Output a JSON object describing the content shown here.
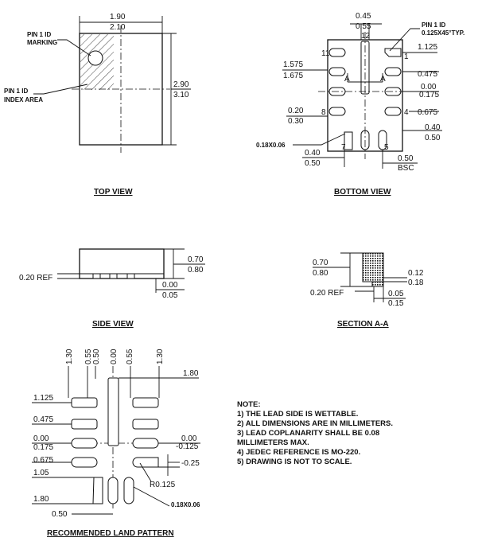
{
  "top_view": {
    "title": "TOP VIEW",
    "width_min": "1.90",
    "width_max": "2.10",
    "length_min": "2.90",
    "length_max": "3.10",
    "pin1_marking": [
      "PIN 1 ID",
      "MARKING"
    ],
    "pin1_index": [
      "PIN 1 ID",
      "INDEX AREA"
    ]
  },
  "bottom_view": {
    "title": "BOTTOM VIEW",
    "pad_w_min": "0.45",
    "pad_w_max": "0.55",
    "pin1_id": [
      "PIN 1 ID",
      "0.125X45°TYP."
    ],
    "pin_numbers": {
      "p12": "12",
      "p11": "11",
      "p1": "1",
      "p8": "8",
      "p4": "4",
      "p7": "7",
      "p5": "5"
    },
    "d1575": "1.575",
    "d1675": "1.675",
    "d1125": "1.125",
    "d0475": "0.475",
    "d000": "0.00",
    "d0175": "0.175",
    "d0675": "0.675",
    "d020": "0.20",
    "d030": "0.30",
    "d040r": "0.40",
    "d050r": "0.50",
    "d040": "0.40",
    "d050": "0.50",
    "chamfer": "0.18X0.06",
    "pitch": "0.50",
    "pitch_note": "BSC",
    "section_mark": "A"
  },
  "side_view": {
    "title": "SIDE VIEW",
    "h_min": "0.70",
    "h_max": "0.80",
    "ref": "0.20 REF",
    "s_min": "0.00",
    "s_max": "0.05"
  },
  "section_aa": {
    "title": "SECTION A-A",
    "h_min": "0.70",
    "h_max": "0.80",
    "ref": "0.20 REF",
    "a_min": "0.12",
    "a_max": "0.18",
    "b_min": "0.05",
    "b_max": "0.15"
  },
  "land_pattern": {
    "title": "RECOMMENDED LAND PATTERN",
    "top_labels": [
      "1.30",
      "0.55",
      "0.50",
      "0.00",
      "0.55",
      "1.30"
    ],
    "right_180": "1.80",
    "left_1125": "1.125",
    "left_0475": "0.475",
    "left_000": "0.00",
    "left_0175": "0.175",
    "left_0675": "0.675",
    "left_105": "1.05",
    "left_180": "1.80",
    "right_000": "0.00",
    "right_m0125": "-0.125",
    "right_m025": "-0.25",
    "r0125": "R0.125",
    "chamfer": "0.18X0.06",
    "bottom_050": "0.50"
  },
  "notes": {
    "heading": "NOTE:",
    "items": [
      "1) THE LEAD SIDE IS WETTABLE.",
      "2) ALL DIMENSIONS ARE IN MILLIMETERS.",
      "3) LEAD COPLANARITY SHALL BE 0.08",
      "MILLIMETERS MAX.",
      "4) JEDEC REFERENCE IS MO-220.",
      "5) DRAWING IS NOT TO SCALE."
    ]
  }
}
